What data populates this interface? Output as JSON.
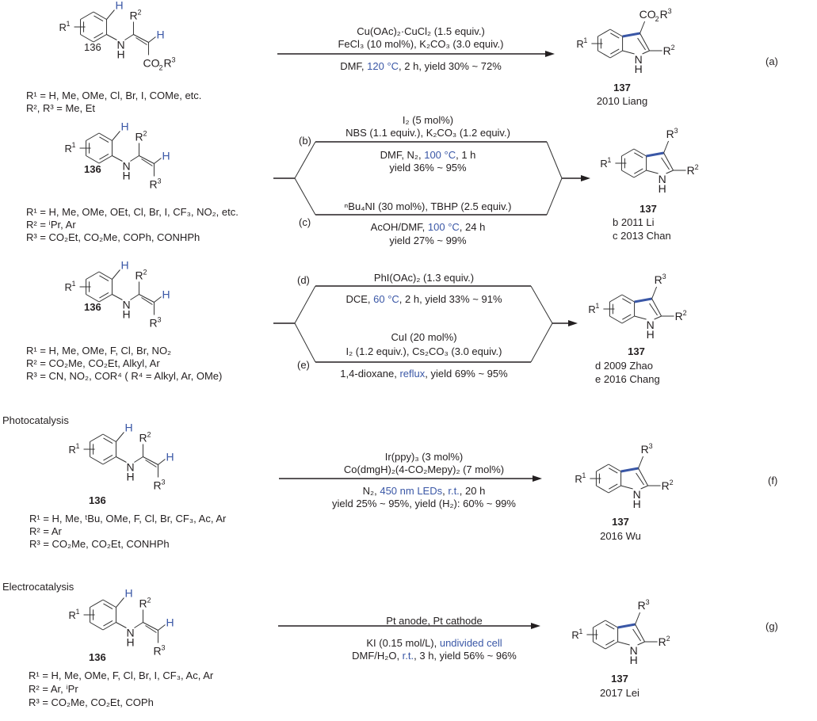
{
  "colors": {
    "text": "#231f20",
    "highlight": "#3a57a6",
    "bond": "#333333"
  },
  "labels": {
    "substrate_number": "136",
    "product_number": "137",
    "H": "H",
    "N": "N",
    "R1": "R",
    "R1_sup": "1",
    "R2": "R",
    "R2_sup": "2",
    "R3": "R",
    "R3_sup": "3",
    "CO2R3_a": "CO",
    "CO2R3_b": "2",
    "CO2R3_c": "R",
    "CO2R3_d": "3"
  },
  "sections": {
    "photocatalysis": "Photocatalysis",
    "electrocatalysis": "Electrocatalysis"
  },
  "reactions": [
    {
      "id": "a",
      "tag": "(a)",
      "conditions_above": [
        "Cu(OAc)₂·CuCl₂ (1.5 equiv.)",
        "FeCl₃ (10 mol%), K₂CO₃ (3.0 equiv.)"
      ],
      "conditions_below_parts": [
        {
          "text": "DMF, ",
          "hl": false
        },
        {
          "text": "120 °C",
          "hl": true
        },
        {
          "text": ", 2 h, yield 30% ~ 72%",
          "hl": false
        }
      ],
      "scope": [
        "R¹ = H, Me, OMe, Cl, Br, I, COMe, etc.",
        "R², R³ = Me, Et"
      ],
      "reference": [
        "2010 Liang"
      ]
    },
    {
      "id": "b",
      "tag": "(b)",
      "conditions_above": [
        "I₂ (5 mol%)",
        "NBS (1.1  equiv.), K₂CO₃ (1.2  equiv.)"
      ],
      "conditions_below_parts": [
        {
          "text": "DMF, N₂, ",
          "hl": false
        },
        {
          "text": "100 °C",
          "hl": true
        },
        {
          "text": ", 1 h",
          "hl": false
        }
      ],
      "conditions_below_2": "yield 36% ~ 95%",
      "reference": [
        "b 2011  Li"
      ]
    },
    {
      "id": "c",
      "tag": "(c)",
      "conditions_above": [
        "ⁿBu₄NI (30 mol%), TBHP (2.5  equiv.)"
      ],
      "conditions_below_parts": [
        {
          "text": "AcOH/DMF, ",
          "hl": false
        },
        {
          "text": "100 °C",
          "hl": true
        },
        {
          "text": ", 24 h",
          "hl": false
        }
      ],
      "conditions_below_2": "yield 27% ~ 99%",
      "reference": [
        "c 2013 Chan"
      ]
    },
    {
      "id": "d",
      "tag": "(d)",
      "conditions_above": [
        "PhI(OAc)₂ (1.3 equiv.)"
      ],
      "conditions_below_parts": [
        {
          "text": "DCE, ",
          "hl": false
        },
        {
          "text": "60 °C",
          "hl": true
        },
        {
          "text": ", 2 h, yield 33% ~ 91%",
          "hl": false
        }
      ],
      "reference": [
        "d 2009 Zhao"
      ]
    },
    {
      "id": "e",
      "tag": "(e)",
      "conditions_above": [
        "CuI (20 mol%)",
        "I₂ (1.2 equiv.), Cs₂CO₃ (3.0 equiv.)"
      ],
      "conditions_below_parts": [
        {
          "text": "1,4-dioxane, ",
          "hl": false
        },
        {
          "text": "reflux",
          "hl": true
        },
        {
          "text": ", yield 69% ~ 95%",
          "hl": false
        }
      ],
      "reference": [
        "e 2016 Chang"
      ]
    },
    {
      "id": "f",
      "tag": "(f)",
      "conditions_above": [
        "Ir(ppy)₃ (3 mol%)",
        "Co(dmgH)₂(4-CO₂Mepy)₂ (7 mol%)"
      ],
      "conditions_below_parts": [
        {
          "text": "N₂, ",
          "hl": false
        },
        {
          "text": "450 nm LEDs",
          "hl": true
        },
        {
          "text": ", ",
          "hl": false
        },
        {
          "text": "r.t.",
          "hl": true
        },
        {
          "text": ", 20 h",
          "hl": false
        }
      ],
      "conditions_below_2": "yield 25% ~ 95%, yield (H₂): 60% ~ 99%",
      "scope": [
        "R¹ = H, Me, ᵗBu, OMe, F, Cl, Br, CF₃, Ac, Ar",
        "R² = Ar",
        "R³ = CO₂Me, CO₂Et, CONHPh"
      ],
      "reference": [
        "2016 Wu"
      ]
    },
    {
      "id": "g",
      "tag": "(g)",
      "conditions_above": [
        "Pt anode, Pt cathode"
      ],
      "conditions_below_parts": [
        {
          "text": "KI (0.15 mol/L), ",
          "hl": false
        },
        {
          "text": "undivided cell",
          "hl": true
        }
      ],
      "conditions_below_2_parts": [
        {
          "text": "DMF/H₂O, ",
          "hl": false
        },
        {
          "text": "r.t.",
          "hl": true
        },
        {
          "text": ", 3 h, yield 56% ~ 96%",
          "hl": false
        }
      ],
      "scope": [
        "R¹ = H, Me, OMe, F, Cl, Br, I, CF₃, Ac, Ar",
        "R² = Ar, ⁱPr",
        "R³ = CO₂Me, CO₂Et, COPh"
      ],
      "reference": [
        "2017 Lei"
      ]
    }
  ],
  "scope_bc": [
    "R¹ = H, Me, OMe, OEt, Cl, Br, I, CF₃, NO₂, etc.",
    "R² = ⁱPr, Ar",
    "R³ = CO₂Et, CO₂Me, COPh, CONHPh"
  ],
  "scope_de": [
    "R¹ = H, Me, OMe, F, Cl, Br, NO₂",
    "R² = CO₂Me, CO₂Et, Alkyl, Ar",
    "R³ = CN, NO₂, COR⁴ ( R⁴ = Alkyl, Ar, OMe)"
  ]
}
